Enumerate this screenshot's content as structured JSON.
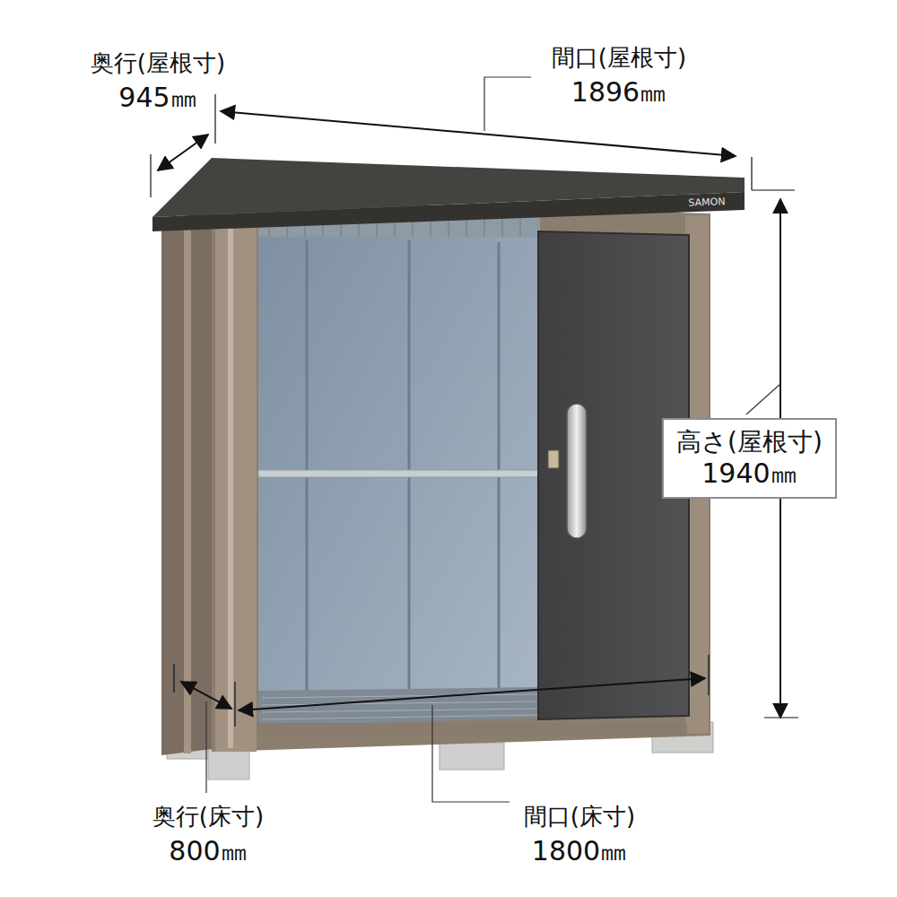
{
  "diagram": {
    "nodes": [
      {
        "text": [
          "高さ(屋根寸)",
          "1940㎜"
        ]
      }
    ],
    "labels": [
      "奥行(屋根寸)",
      "945㎜",
      "間口(屋根寸)",
      "1896㎜",
      "SAMON",
      "奥行(床寸)",
      "800㎜",
      "間口(床寸)",
      "1800㎜"
    ]
  }
}
